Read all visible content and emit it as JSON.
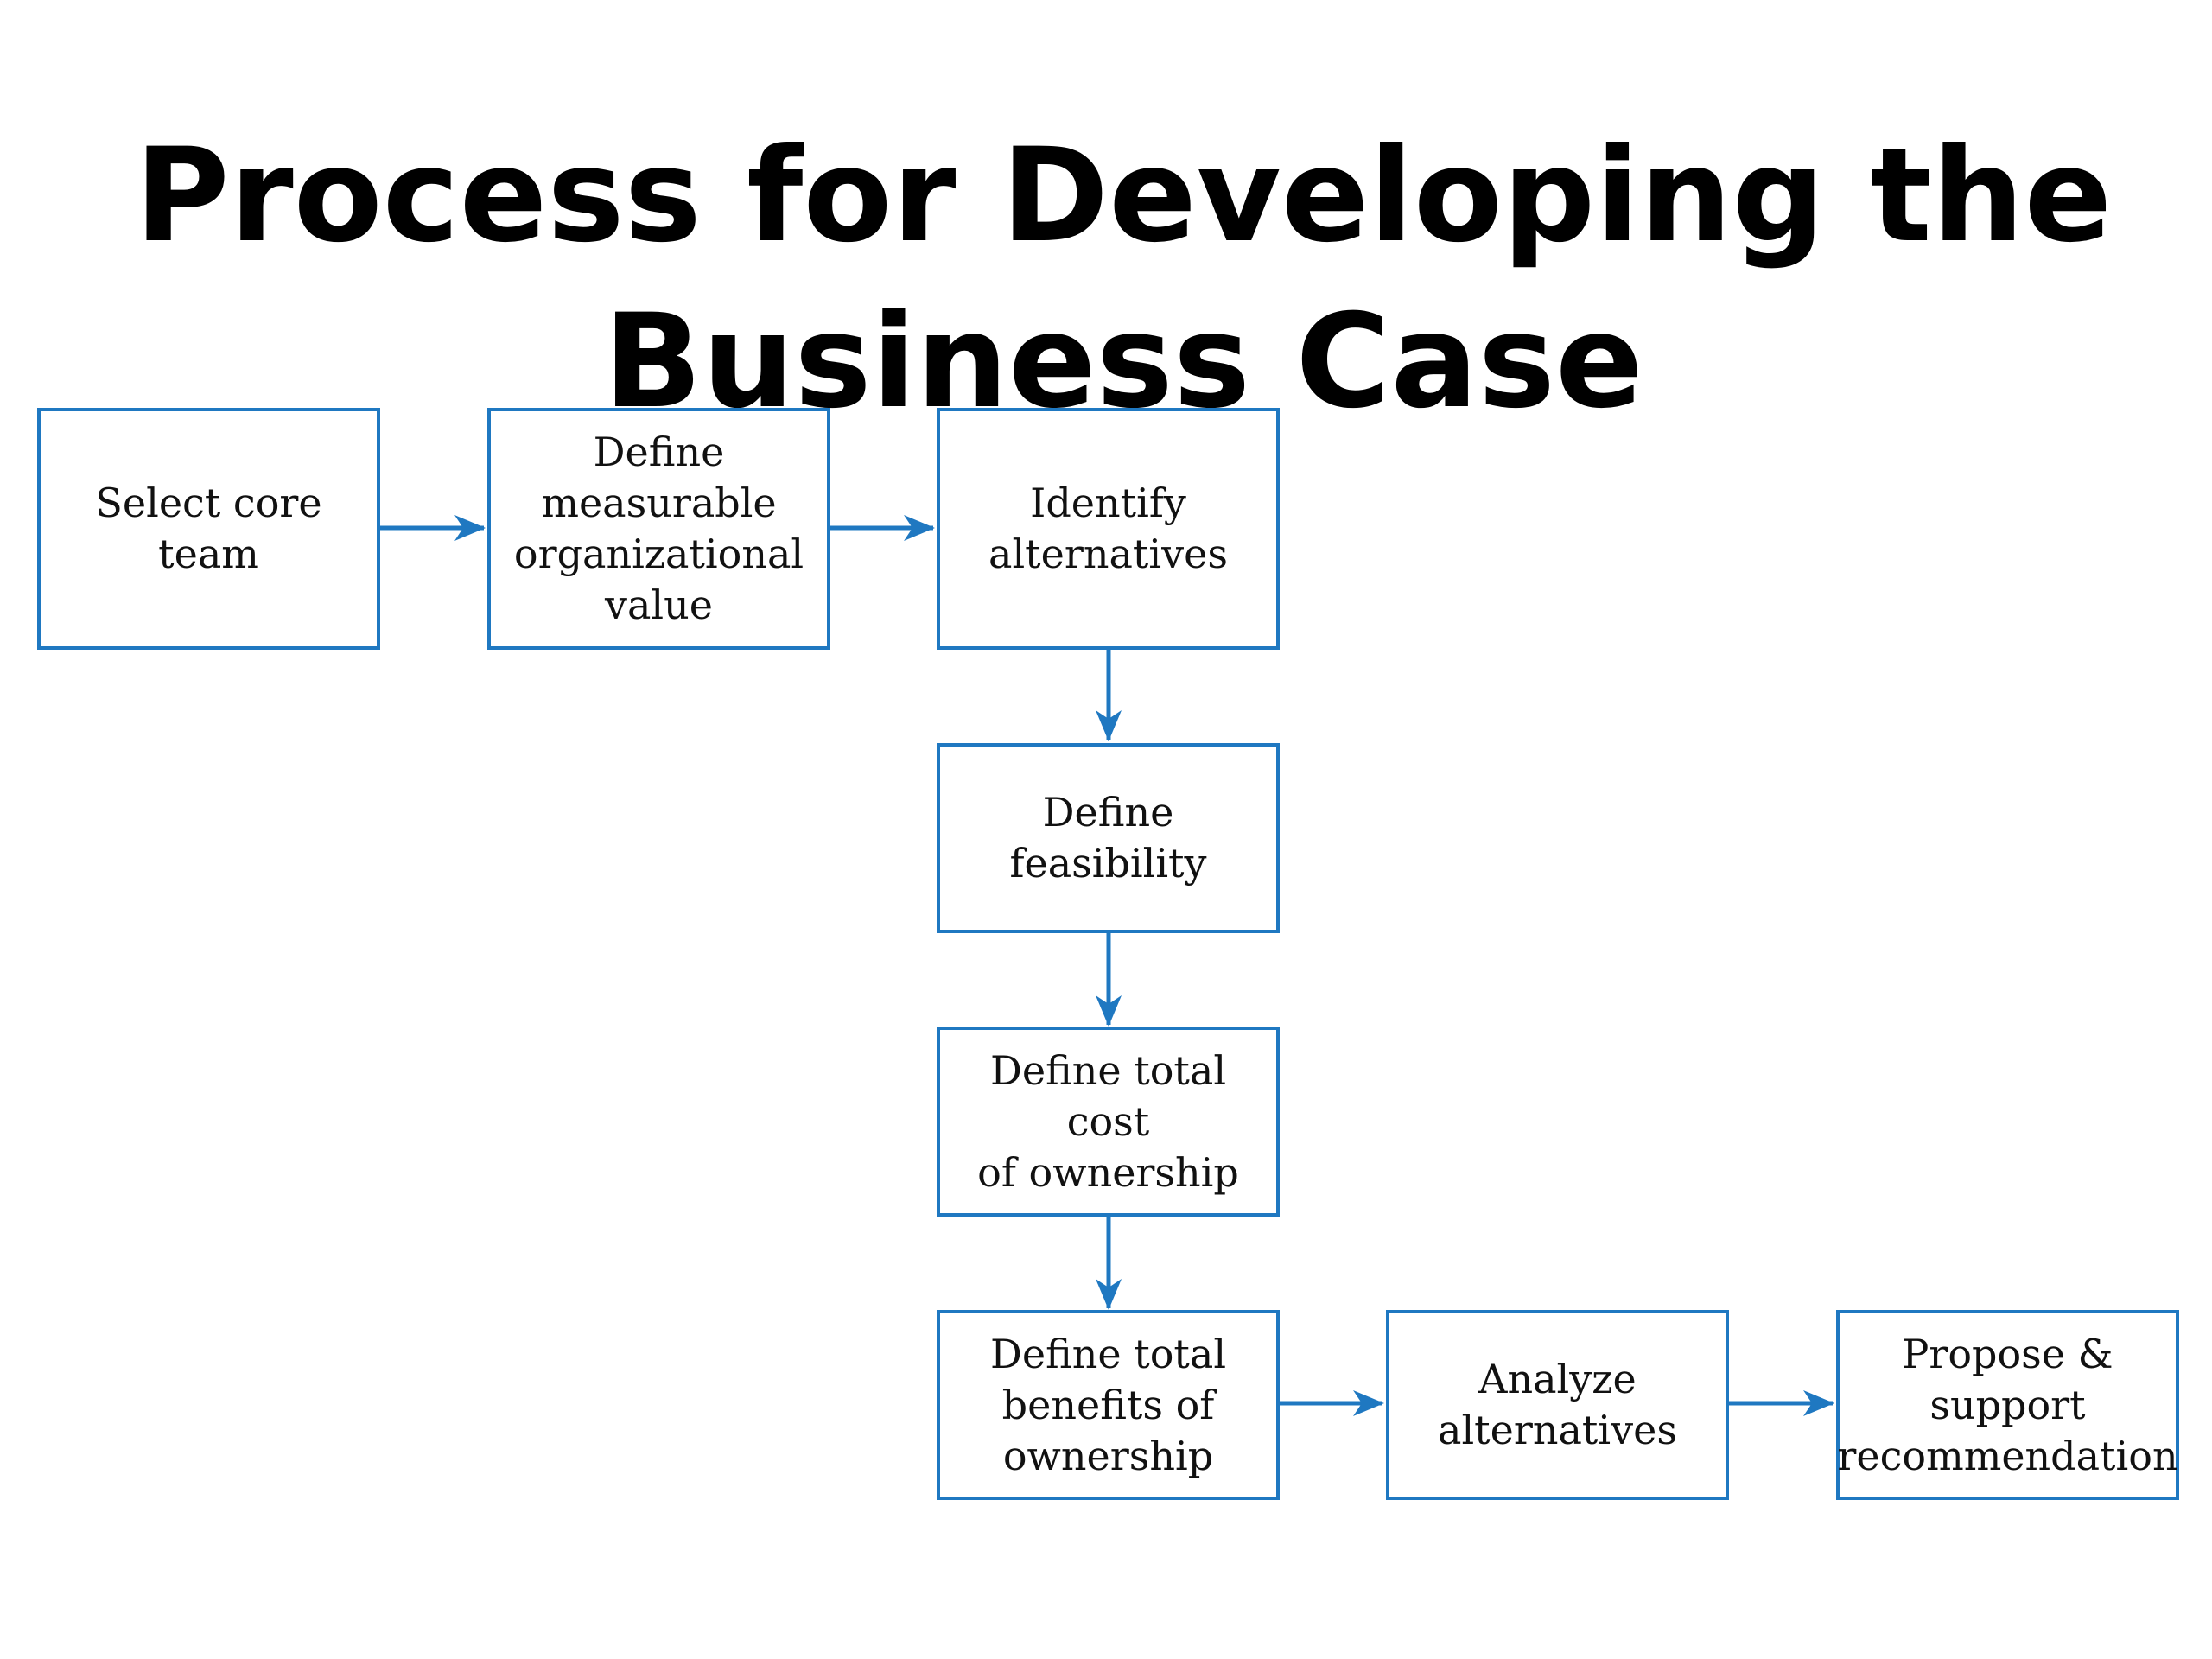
{
  "title": {
    "line1": "Process for Developing the",
    "line2": "Business Case"
  },
  "colors": {
    "box_border": "#1f78c1",
    "arrow": "#1f78c1",
    "text": "#111111"
  },
  "steps": [
    {
      "label": "Select core\nteam"
    },
    {
      "label": "Define\nmeasurable\norganizational\nvalue"
    },
    {
      "label": "Identify\nalternatives"
    },
    {
      "label": "Define\nfeasibility"
    },
    {
      "label": "Define total cost\nof ownership"
    },
    {
      "label": "Define total\nbenefits of\nownership"
    },
    {
      "label": "Analyze\nalternatives"
    },
    {
      "label": "Propose &\nsupport\nrecommendation"
    }
  ]
}
